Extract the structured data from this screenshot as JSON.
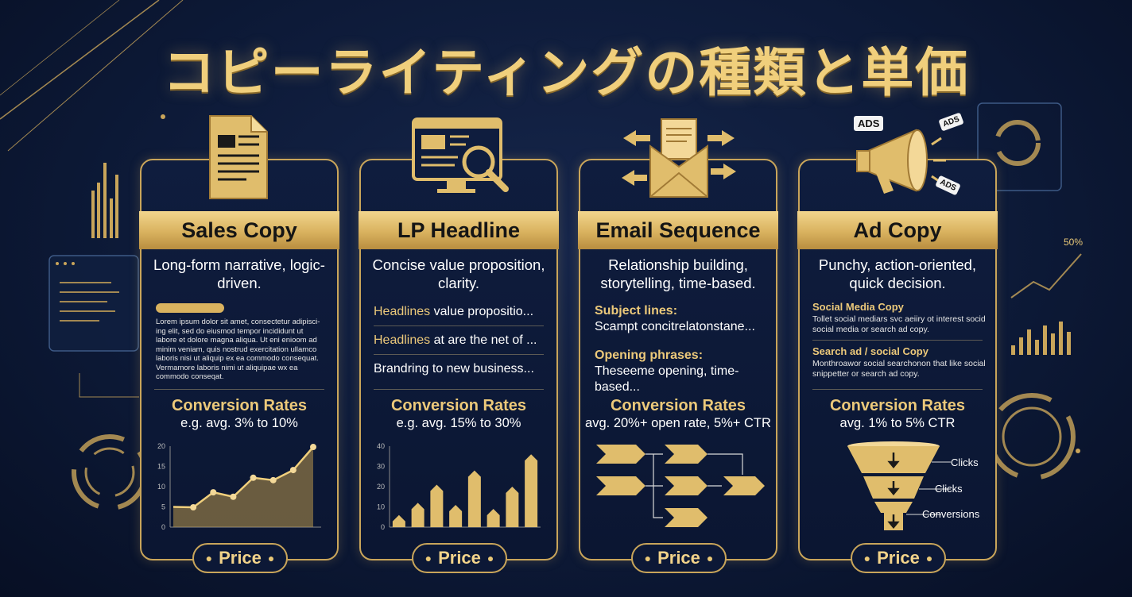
{
  "title": "コピーライティングの種類と単価",
  "colors": {
    "gold": "#e9c877",
    "band": "#d9b25f",
    "background": "#0d1a38"
  },
  "decor": {
    "percent_label": "50%"
  },
  "cards": [
    {
      "icon": "document-icon",
      "name": "Sales Copy",
      "description": "Long-form narrative, logic-driven.",
      "body_text": "Lorem ipsum dolor sit amet, consectetur adipisci-ing elit, sed do eiusmod tempor incididunt ut labore et dolore magna aliqua. Ut eni enioom ad minim veniam, quis nostrud exercitation ullamco laboris nisi ut aliquip ex ea commodo consequat. Vermamore laboris nimi ut aliquipae wx ea commodo conseqat.",
      "conversion_title": "Conversion Rates",
      "conversion_sub": "e.g. avg. 3% to 10%",
      "price_label": "Price",
      "chart_data": {
        "type": "area",
        "x": [
          1,
          2,
          3,
          4,
          5,
          6,
          7,
          8
        ],
        "values": [
          5,
          4.9,
          8.6,
          7.5,
          12.2,
          11.6,
          14.1,
          19.8
        ],
        "yticks": [
          0,
          5,
          10,
          15,
          20
        ],
        "ylim": [
          0,
          20
        ]
      }
    },
    {
      "icon": "web-search-icon",
      "name": "LP Headline",
      "description": "Concise value proposition, clarity.",
      "list": [
        {
          "bold": "Headlines",
          "text": " value propositio..."
        },
        {
          "bold": "Headlines",
          "text": " at are the net of ..."
        },
        {
          "bold": "",
          "text": "Brandring to new business..."
        }
      ],
      "conversion_title": "Conversion Rates",
      "conversion_sub": "e.g. avg. 15% to 30%",
      "price_label": "Price",
      "chart_data": {
        "type": "bar",
        "values": [
          6,
          12,
          21,
          11,
          28,
          9,
          20,
          36
        ],
        "yticks": [
          0,
          10,
          20,
          30,
          40
        ],
        "ylim": [
          0,
          40
        ]
      }
    },
    {
      "icon": "email-icon",
      "name": "Email Sequence",
      "description": "Relationship building, storytelling, time-based.",
      "fields": [
        {
          "label": "Subject lines:",
          "text": "Scampt concitrelatonstane..."
        },
        {
          "label": "Opening phrases:",
          "text": " Theseeme opening, time-based..."
        }
      ],
      "conversion_title": "Conversion Rates",
      "conversion_sub": "avg. 20%+ open rate, 5%+ CTR",
      "price_label": "Price"
    },
    {
      "icon": "megaphone-icon",
      "name": "Ad Copy",
      "description": "Punchy, action-oriented, quick decision.",
      "ads_labels": [
        "ADS",
        "ADS",
        "ADS"
      ],
      "sections": [
        {
          "heading": "Social Media Copy",
          "text": "Tollet social mediars svc aeiiry ot interest socid social media or search ad copy."
        },
        {
          "heading": "Search ad / social Copy",
          "text": "Monthroawor social searchonon that like social snippetter or search ad copy."
        }
      ],
      "conversion_title": "Conversion Rates",
      "conversion_sub": "avg. 1% to 5% CTR",
      "funnel_labels": [
        "Clicks",
        "Clicks",
        "Conversions"
      ],
      "price_label": "Price"
    }
  ]
}
